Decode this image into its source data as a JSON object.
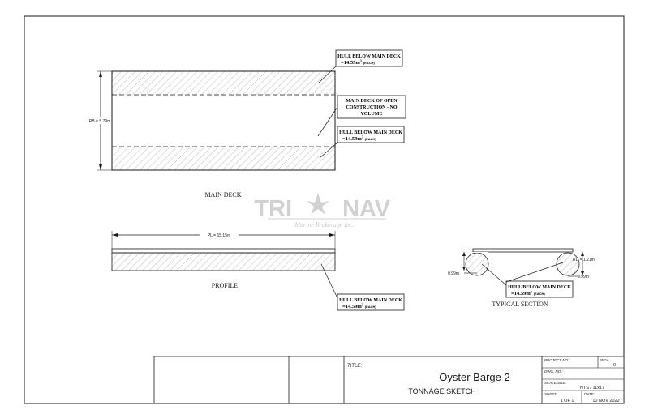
{
  "notes": {
    "hull_label_title": "HULL BELOW MAIN DECK",
    "hull_label_volume": "=14.59m",
    "hull_label_exp": "3",
    "hull_label_each": "(EACH)",
    "main_deck_open_line1": "MAIN DECK OF OPEN",
    "main_deck_open_line2": "CONSTRUCTION - NO",
    "main_deck_open_line3": "VOLUME"
  },
  "views": {
    "main_deck": "MAIN DECK",
    "profile": "PROFILE",
    "typical_section": "TYPICAL SECTION"
  },
  "dimensions": {
    "rb": "RB = 5.79m",
    "pl": "PL = 15.15m",
    "rd": "RD = 1.21m",
    "left_offset": "0.99m",
    "right_offset": "0.99m"
  },
  "watermark": {
    "brand_left": "TRI",
    "brand_right": "NAV",
    "tagline": "Marine Brokerage Inc."
  },
  "title_block": {
    "title_label": "TITLE:",
    "title": "Oyster Barge 2",
    "subtitle": "TONNAGE SKETCH",
    "project_no_label": "PROJECT NO.:",
    "rev_label": "REV:",
    "rev_value": "0",
    "dwg_no_label": "DWG. NO.:",
    "scale_label": "SCALE/SIZE:",
    "scale_value": "NTS / 11x17",
    "sheet_label": "SHEET:",
    "sheet_value": "1 OF 1",
    "date_label": "DATE:",
    "date_value": "10 NOV 2022"
  },
  "colors": {
    "line": "#1a1a1a",
    "hatch": "#9a9a9a",
    "watermark": "#c9c9c9"
  }
}
